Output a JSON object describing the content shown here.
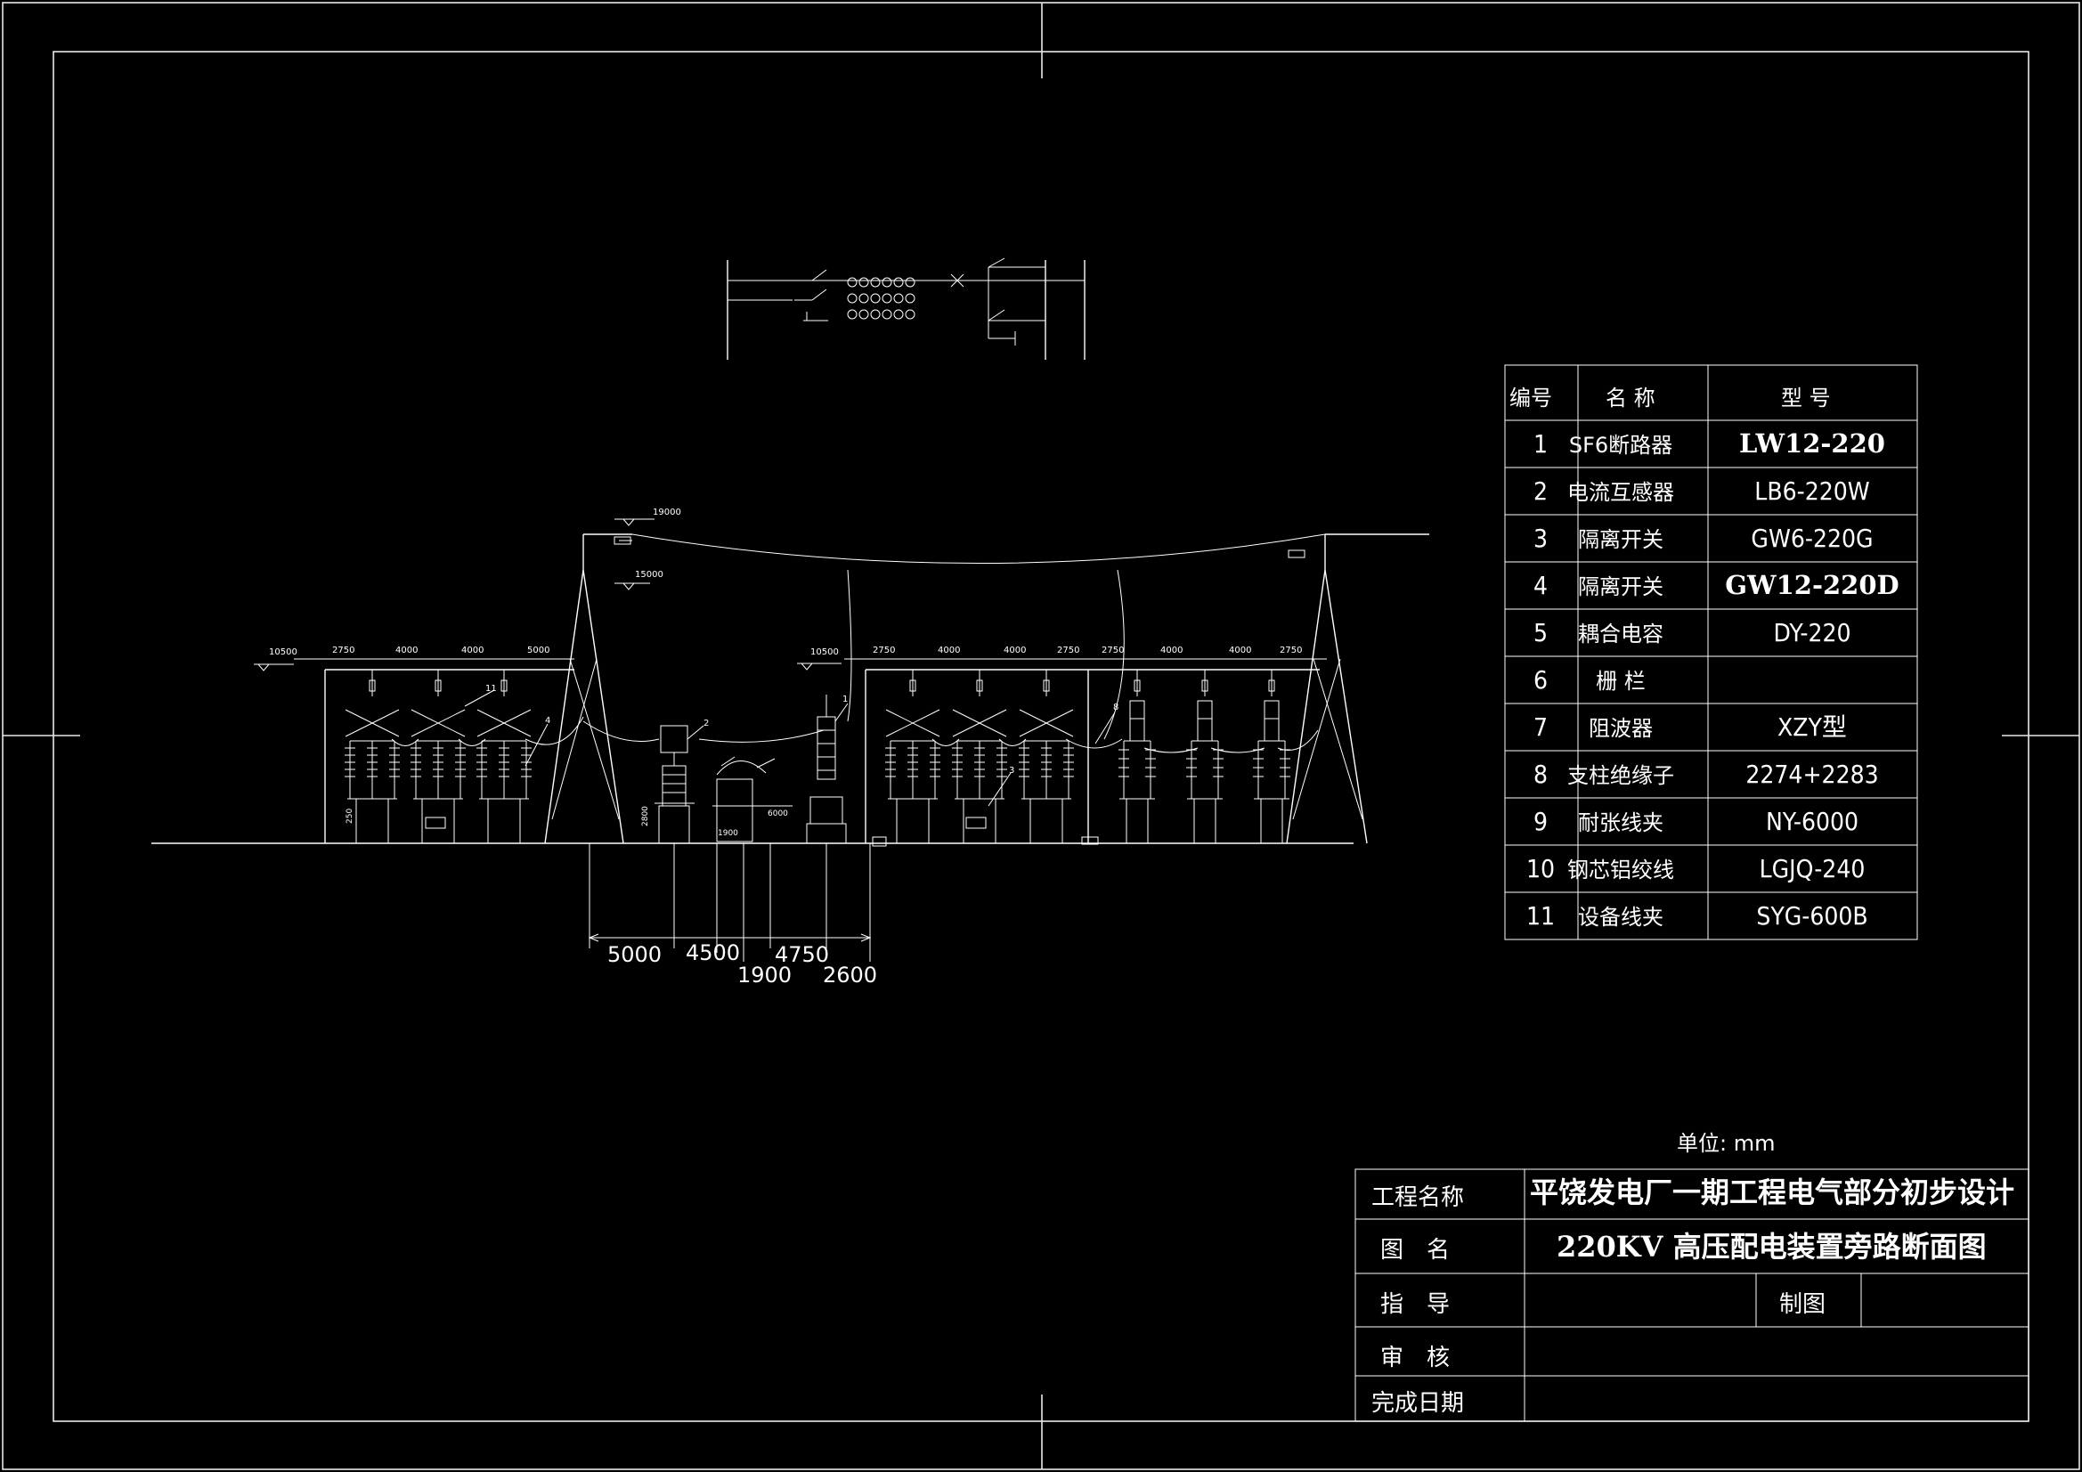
{
  "equipment_table": {
    "headers": [
      "编号",
      "名 称",
      "型 号"
    ],
    "rows": [
      {
        "no": "1",
        "name": "SF6断路器",
        "model": "LW12-220"
      },
      {
        "no": "2",
        "name": "电流互感器",
        "model": "LB6-220W"
      },
      {
        "no": "3",
        "name": "隔离开关",
        "model": "GW6-220G"
      },
      {
        "no": "4",
        "name": "隔离开关",
        "model": "GW12-220D"
      },
      {
        "no": "5",
        "name": "耦合电容",
        "model": "DY-220"
      },
      {
        "no": "6",
        "name": "栅 栏",
        "model": ""
      },
      {
        "no": "7",
        "name": "阻波器",
        "model": "XZY型"
      },
      {
        "no": "8",
        "name": "支柱绝缘子",
        "model": "2274+2283"
      },
      {
        "no": "9",
        "name": "耐张线夹",
        "model": "NY-6000"
      },
      {
        "no": "10",
        "name": "钢芯铝绞线",
        "model": "LGJQ-240"
      },
      {
        "no": "11",
        "name": "设备线夹",
        "model": "SYG-600B"
      }
    ]
  },
  "unit_note": "单位: mm",
  "title_block": {
    "project_label": "工程名称",
    "project_value": "平饶发电厂一期工程电气部分初步设计",
    "drawing_label": "图　名",
    "drawing_value": "220KV 高压配电装置旁路断面图",
    "guide_label": "指　导",
    "draw_label": "制图",
    "review_label": "审　核",
    "date_label": "完成日期"
  },
  "elevations": {
    "top_wire": "19000",
    "mid_wire": "15000",
    "left_bus": "10500",
    "center_bus": "10500"
  },
  "bay_spacings_left": [
    "2750",
    "4000",
    "4000",
    "5000"
  ],
  "bay_spacings_right": [
    "2750",
    "4000",
    "4000",
    "2750",
    "2750",
    "4000",
    "4000",
    "2750"
  ],
  "small_dims": {
    "left_post": "250",
    "ct_base": "2800",
    "fence_width": "1900",
    "cap_height": "6000"
  },
  "item_callouts": [
    "11",
    "4",
    "2",
    "1",
    "3",
    "8"
  ],
  "bottom_dims": {
    "d1": "5000",
    "d2": "4500",
    "d3": "4750",
    "d4": "1900",
    "d5": "2600"
  }
}
